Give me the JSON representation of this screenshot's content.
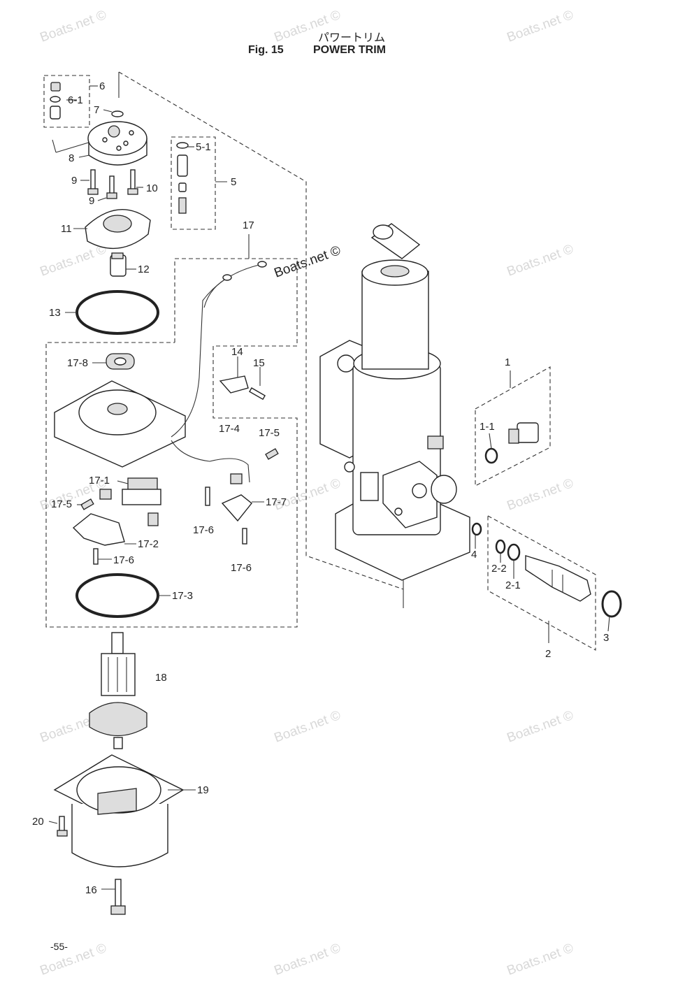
{
  "header": {
    "title_jp": "パワートリム",
    "fig": "Fig. 15",
    "title": "POWER TRIM"
  },
  "page_number": "-55-",
  "watermark": "Boats.net ©",
  "labels": {
    "l6": "6",
    "l6_1": "6-1",
    "l7": "7",
    "l8": "8",
    "l9a": "9",
    "l9b": "9",
    "l10": "10",
    "l5_1": "5-1",
    "l5": "5",
    "l11": "11",
    "l12": "12",
    "l13": "13",
    "l17": "17",
    "l17_8": "17-8",
    "l14": "14",
    "l15": "15",
    "l17_4": "17-4",
    "l17_5a": "17-5",
    "l17_1": "17-1",
    "l17_5b": "17-5",
    "l17_7": "17-7",
    "l17_6a": "17-6",
    "l17_6b": "17-6",
    "l17_2": "17-2",
    "l17_6c": "17-6",
    "l17_3": "17-3",
    "l18": "18",
    "l19": "19",
    "l20": "20",
    "l16": "16",
    "l1": "1",
    "l1_1": "1-1",
    "l4": "4",
    "l2_2": "2-2",
    "l2_1": "2-1",
    "l3": "3",
    "l2": "2"
  }
}
